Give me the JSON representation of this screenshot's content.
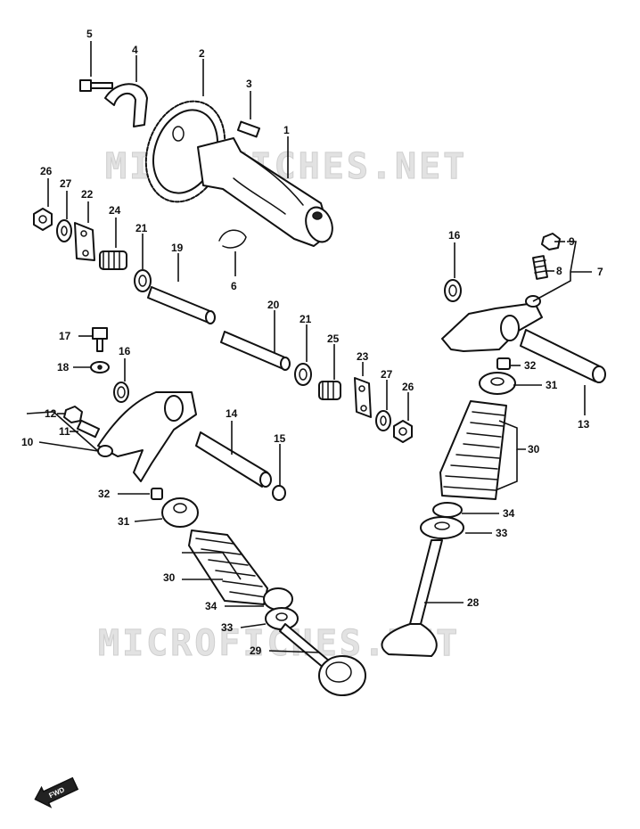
{
  "watermarks": [
    "MICROFICHES.NET",
    "MICROFICHES.NET"
  ],
  "forward_label": "FWD",
  "callouts": {
    "c1": "1",
    "c2": "2",
    "c3": "3",
    "c4": "4",
    "c5": "5",
    "c6": "6",
    "c7": "7",
    "c8": "8",
    "c9": "9",
    "c10": "10",
    "c11": "11",
    "c12": "12",
    "c13": "13",
    "c14": "14",
    "c15": "15",
    "c16a": "16",
    "c16b": "16",
    "c17": "17",
    "c18": "18",
    "c19": "19",
    "c20": "20",
    "c21a": "21",
    "c21b": "21",
    "c22": "22",
    "c23": "23",
    "c24": "24",
    "c25": "25",
    "c26a": "26",
    "c26b": "26",
    "c27a": "27",
    "c27b": "27",
    "c28": "28",
    "c29": "29",
    "c30a": "30",
    "c30b": "30",
    "c31a": "31",
    "c31b": "31",
    "c32a": "32",
    "c32b": "32",
    "c33a": "33",
    "c33b": "33",
    "c34a": "34",
    "c34b": "34"
  }
}
